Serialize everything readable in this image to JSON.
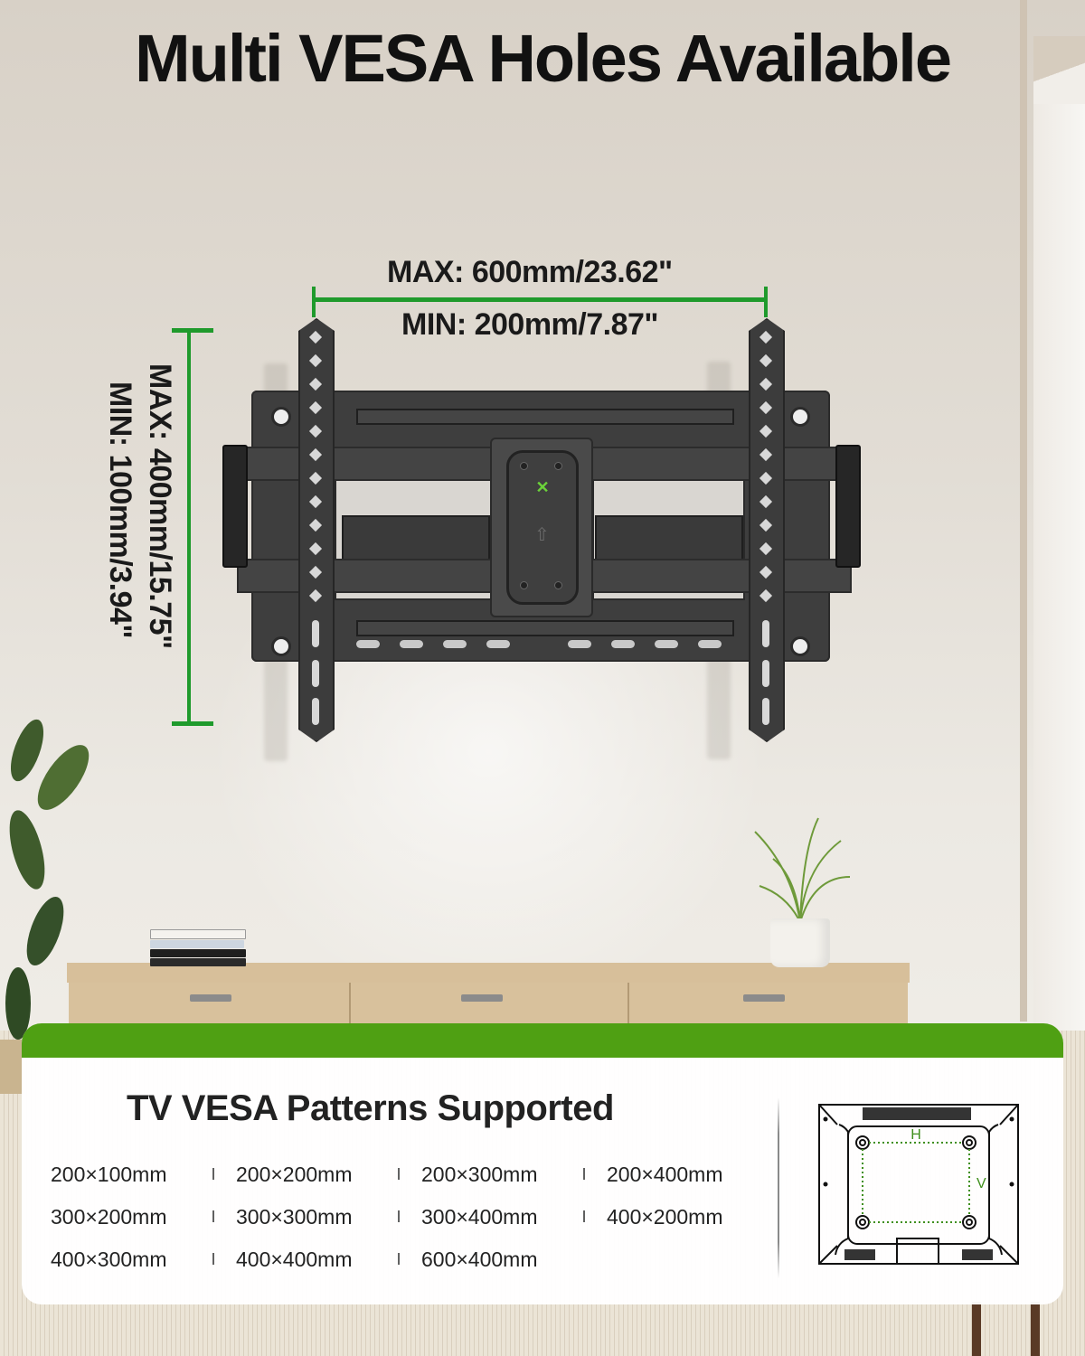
{
  "header": {
    "title": "Multi VESA Holes Available"
  },
  "dimensions": {
    "horizontal": {
      "max_label": "MAX: 600mm/23.62\"",
      "min_label": "MIN: 200mm/7.87\""
    },
    "vertical": {
      "max_label": "MAX: 400mm/15.75\"",
      "min_label": "MIN: 100mm/3.94\""
    },
    "line_color": "#1f9a2c"
  },
  "product": {
    "name": "full-motion tv wall mount bracket",
    "logo_color": "#6bd23a"
  },
  "patterns_card": {
    "title": "TV VESA Patterns Supported",
    "band_color": "#4fa013",
    "separator": "I",
    "rows": [
      [
        "200×100mm",
        "200×200mm",
        "200×300mm",
        "200×400mm"
      ],
      [
        "300×200mm",
        "300×300mm",
        "300×400mm",
        "400×200mm"
      ],
      [
        "400×300mm",
        "400×400mm",
        "600×400mm"
      ]
    ],
    "diagram": {
      "h_label": "H",
      "v_label": "V",
      "accent_color": "#3f8f1c"
    }
  }
}
